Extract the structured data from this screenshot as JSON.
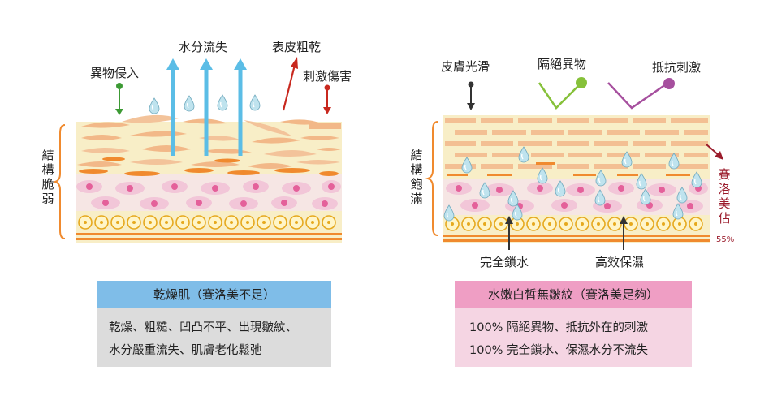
{
  "left": {
    "label_foreign": "異物侵入",
    "label_water_loss": "水分流失",
    "label_rough": "表皮粗乾",
    "label_irritation": "刺激傷害",
    "side_label": [
      "結",
      "構",
      "脆",
      "弱"
    ],
    "caption_title": "乾燥肌（賽洛美不足）",
    "caption_lines": [
      "乾燥、粗糙、凹凸不平、出現皺紋、",
      "水分嚴重流失、肌膚老化鬆弛"
    ],
    "colors": {
      "caption_bg": "#7fbde8",
      "body_bg": "#dcdcdc"
    }
  },
  "right": {
    "label_smooth": "皮膚光滑",
    "label_isolate": "隔絕異物",
    "label_resist": "抵抗刺激",
    "label_lock": "完全鎖水",
    "label_moist": "高效保濕",
    "side_label": [
      "結",
      "構",
      "飽",
      "滿"
    ],
    "ceramide_label": [
      "賽",
      "洛",
      "美",
      "佔"
    ],
    "ceramide_pct": "55%",
    "caption_title": "水嫩白皙無皺紋（賽洛美足夠）",
    "caption_lines": [
      "100% 隔絕異物、抵抗外在的刺激",
      "100% 完全鎖水、保濕水分不流失"
    ],
    "colors": {
      "caption_bg": "#ef9ec4",
      "body_bg": "#f5d5e3"
    }
  }
}
